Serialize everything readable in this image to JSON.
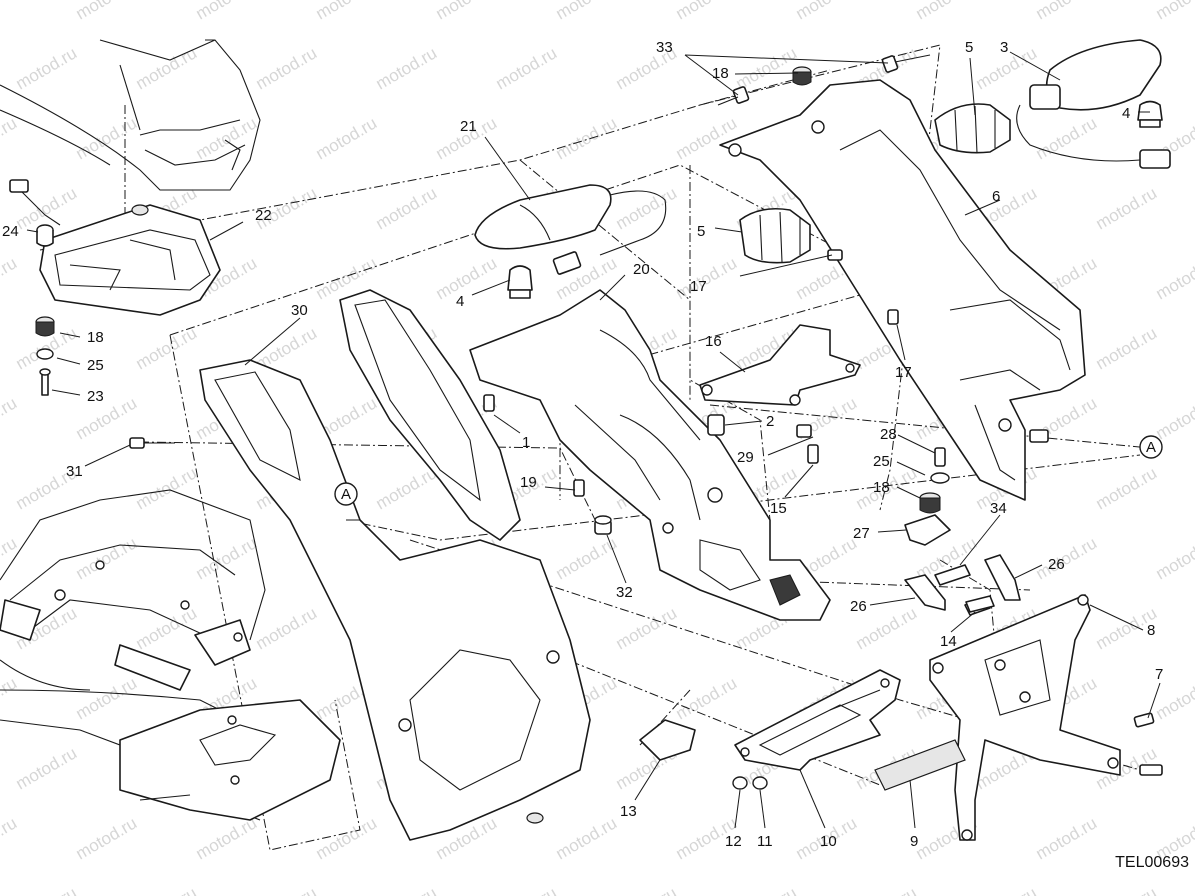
{
  "diagram": {
    "code": "TEL00693",
    "watermark": "motod.ru",
    "section_marker": "A"
  },
  "callouts": [
    {
      "id": "c1",
      "label": "1"
    },
    {
      "id": "c2",
      "label": "2"
    },
    {
      "id": "c3",
      "label": "3"
    },
    {
      "id": "c4a",
      "label": "4"
    },
    {
      "id": "c4b",
      "label": "4"
    },
    {
      "id": "c5a",
      "label": "5"
    },
    {
      "id": "c5b",
      "label": "5"
    },
    {
      "id": "c6",
      "label": "6"
    },
    {
      "id": "c7",
      "label": "7"
    },
    {
      "id": "c8",
      "label": "8"
    },
    {
      "id": "c9",
      "label": "9"
    },
    {
      "id": "c10",
      "label": "10"
    },
    {
      "id": "c11",
      "label": "11"
    },
    {
      "id": "c12",
      "label": "12"
    },
    {
      "id": "c13",
      "label": "13"
    },
    {
      "id": "c14",
      "label": "14"
    },
    {
      "id": "c15",
      "label": "15"
    },
    {
      "id": "c16",
      "label": "16"
    },
    {
      "id": "c17a",
      "label": "17"
    },
    {
      "id": "c17b",
      "label": "17"
    },
    {
      "id": "c18a",
      "label": "18"
    },
    {
      "id": "c18b",
      "label": "18"
    },
    {
      "id": "c18c",
      "label": "18"
    },
    {
      "id": "c19",
      "label": "19"
    },
    {
      "id": "c20",
      "label": "20"
    },
    {
      "id": "c21",
      "label": "21"
    },
    {
      "id": "c22",
      "label": "22"
    },
    {
      "id": "c23",
      "label": "23"
    },
    {
      "id": "c24",
      "label": "24"
    },
    {
      "id": "c25a",
      "label": "25"
    },
    {
      "id": "c25b",
      "label": "25"
    },
    {
      "id": "c26a",
      "label": "26"
    },
    {
      "id": "c26b",
      "label": "26"
    },
    {
      "id": "c27",
      "label": "27"
    },
    {
      "id": "c28",
      "label": "28"
    },
    {
      "id": "c29",
      "label": "29"
    },
    {
      "id": "c30",
      "label": "30"
    },
    {
      "id": "c31",
      "label": "31"
    },
    {
      "id": "c32",
      "label": "32"
    },
    {
      "id": "c33",
      "label": "33"
    },
    {
      "id": "c34",
      "label": "34"
    }
  ]
}
